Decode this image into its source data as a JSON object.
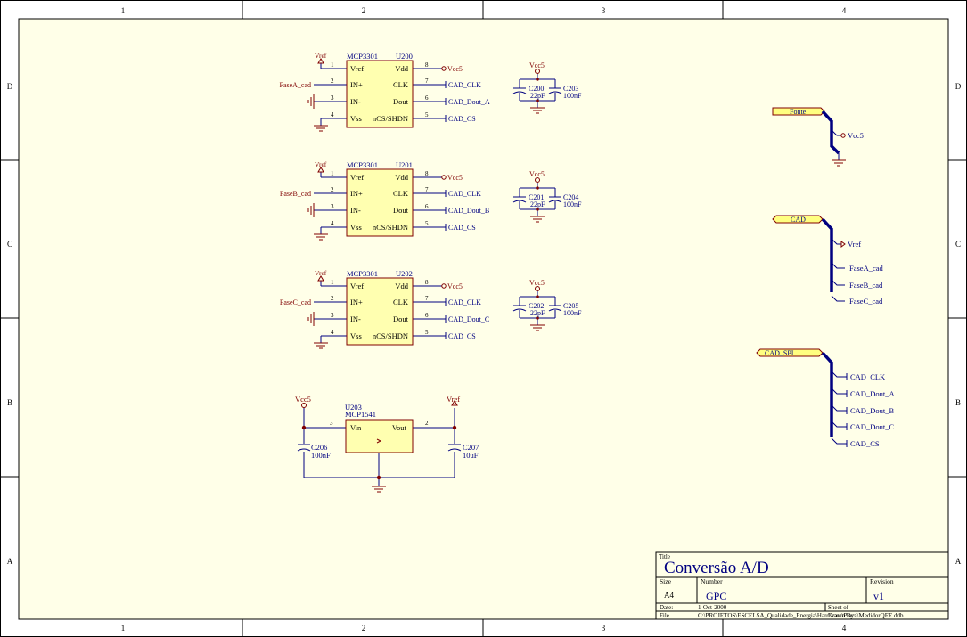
{
  "zones": {
    "cols": [
      "1",
      "2",
      "3",
      "4"
    ],
    "rows": [
      "D",
      "C",
      "B",
      "A"
    ]
  },
  "adcs": [
    {
      "part": "MCP3301",
      "ref": "U200",
      "vref": "Vref",
      "input": "FaseA_cad",
      "pins": {
        "p1": "1",
        "p2": "2",
        "p3": "3",
        "p4": "4",
        "p5": "5",
        "p6": "6",
        "p7": "7",
        "p8": "8"
      },
      "pin_labels": {
        "vref": "Vref",
        "inp": "IN+",
        "inm": "IN-",
        "vss": "Vss",
        "vdd": "Vdd",
        "clk": "CLK",
        "dout": "Dout",
        "cs": "nCS/SHDN"
      },
      "nets": {
        "vcc": "Vcc5",
        "clk": "CAD_CLK",
        "dout": "CAD_Dout_A",
        "cs": "CAD_CS"
      },
      "caps": {
        "vcc": "Vcc5",
        "c1": "C200",
        "c1v": "22pF",
        "c2": "C203",
        "c2v": "100nF"
      }
    },
    {
      "part": "MCP3301",
      "ref": "U201",
      "vref": "Vref",
      "input": "FaseB_cad",
      "pins": {
        "p1": "1",
        "p2": "2",
        "p3": "3",
        "p4": "4",
        "p5": "5",
        "p6": "6",
        "p7": "7",
        "p8": "8"
      },
      "pin_labels": {
        "vref": "Vref",
        "inp": "IN+",
        "inm": "IN-",
        "vss": "Vss",
        "vdd": "Vdd",
        "clk": "CLK",
        "dout": "Dout",
        "cs": "nCS/SHDN"
      },
      "nets": {
        "vcc": "Vcc5",
        "clk": "CAD_CLK",
        "dout": "CAD_Dout_B",
        "cs": "CAD_CS"
      },
      "caps": {
        "vcc": "Vcc5",
        "c1": "C201",
        "c1v": "22pF",
        "c2": "C204",
        "c2v": "100nF"
      }
    },
    {
      "part": "MCP3301",
      "ref": "U202",
      "vref": "Vref",
      "input": "FaseC_cad",
      "pins": {
        "p1": "1",
        "p2": "2",
        "p3": "3",
        "p4": "4",
        "p5": "5",
        "p6": "6",
        "p7": "7",
        "p8": "8"
      },
      "pin_labels": {
        "vref": "Vref",
        "inp": "IN+",
        "inm": "IN-",
        "vss": "Vss",
        "vdd": "Vdd",
        "clk": "CLK",
        "dout": "Dout",
        "cs": "nCS/SHDN"
      },
      "nets": {
        "vcc": "Vcc5",
        "clk": "CAD_CLK",
        "dout": "CAD_Dout_C",
        "cs": "CAD_CS"
      },
      "caps": {
        "vcc": "Vcc5",
        "c1": "C202",
        "c1v": "22pF",
        "c2": "C205",
        "c2v": "100nF"
      }
    }
  ],
  "regulator": {
    "ref": "U203",
    "part": "MCP1541",
    "vin": "Vin",
    "vout": "Vout",
    "pin_in": "3",
    "pin_out": "2",
    "vcc": "Vcc5",
    "vref": "Vref",
    "c_in": "C206",
    "c_in_v": "100nF",
    "c_out": "C207",
    "c_out_v": "10uF"
  },
  "ports": {
    "fonte": {
      "label": "Fonte",
      "nets": [
        "Vcc5"
      ]
    },
    "cad": {
      "label": "CAD",
      "nets": [
        "Vref",
        "FaseA_cad",
        "FaseB_cad",
        "FaseC_cad"
      ]
    },
    "cad_spi": {
      "label": "CAD_SPI",
      "nets": [
        "CAD_CLK",
        "CAD_Dout_A",
        "CAD_Dout_B",
        "CAD_Dout_C",
        "CAD_CS"
      ]
    }
  },
  "title_block": {
    "title_label": "Title",
    "title": "Conversão A/D",
    "size_label": "Size",
    "size": "A4",
    "number_label": "Number",
    "number": "GPC",
    "revision_label": "Revision",
    "revision": "v1",
    "date_label": "Date:",
    "date": "1-Oct-2000",
    "sheet_label": "Sheet    of",
    "file_label": "File",
    "file": "C:\\PROJETOS\\ESCELSA_Qualidade_Energia\\Hardware\\Placa\\MedidorQEE.ddb",
    "drawn_by": "Drawn By:"
  },
  "colors": {
    "wire": "#000080",
    "component_fill": "#ffffb0",
    "component_stroke": "#800000",
    "label": "#000080",
    "power": "#800000",
    "sheet_bg": "#ffffe8"
  }
}
